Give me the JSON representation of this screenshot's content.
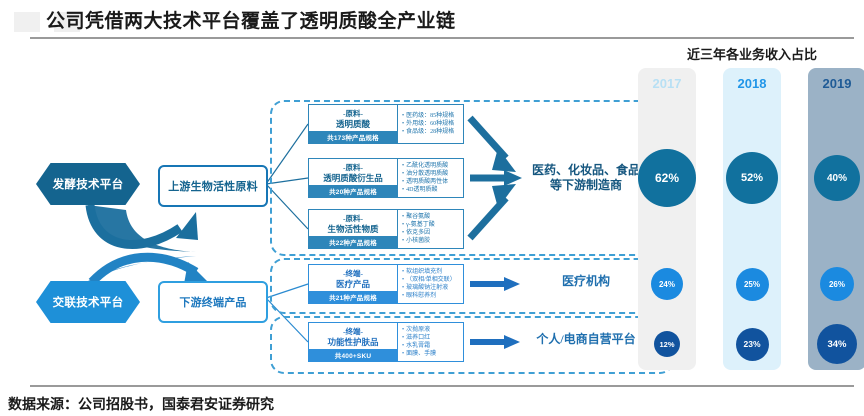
{
  "header": {
    "title": "公司凭借两大技术平台覆盖了透明质酸全产业链"
  },
  "footer": {
    "source": "数据来源：公司招股书，国泰君安证券研究"
  },
  "platforms": [
    {
      "name": "fermentation-platform",
      "label": "发酵技术平台",
      "color": "#14648f"
    },
    {
      "name": "crosslink-platform",
      "label": "交联技术平台",
      "color": "#1e90d8"
    }
  ],
  "nodes": [
    {
      "name": "upstream-node",
      "label": "上游生物活性原料",
      "color": "#15648f"
    },
    {
      "name": "downstream-node",
      "label": "下游终端产品",
      "color": "#1f79bf"
    }
  ],
  "products": [
    {
      "id": "hyaluronic-acid-raw",
      "kind": "-原料-",
      "title": "透明质酸",
      "count": "共173种产品规格",
      "bullets": [
        "医药级：85种规格",
        "外用级：60种规格",
        "食品级：28种规格"
      ]
    },
    {
      "id": "hyaluronic-acid-derivative",
      "kind": "-原料-",
      "title": "透明质酸衍生品",
      "count": "共20种产品规格",
      "bullets": [
        "乙酰化透明质酸",
        "油分散透明质酸",
        "透明质酸两性体",
        "4D透明质酸"
      ]
    },
    {
      "id": "bioactive-substance",
      "kind": "-原料-",
      "title": "生物活性物质",
      "count": "共22种产品规格",
      "bullets": [
        "聚谷氨酸",
        "γ-氨基丁酸",
        "依克多因",
        "小核菌胶"
      ]
    },
    {
      "id": "medical-product",
      "kind": "-终端-",
      "title": "医疗产品",
      "count": "共21种产品规格",
      "bullets": [
        "软组织填充剂",
        "（双相/单相交联）",
        "玻璃酸钠注射液",
        "眼科慰养剂"
      ]
    },
    {
      "id": "functional-skincare",
      "kind": "-终端-",
      "title": "功能性护肤品",
      "count": "共400+SKU",
      "bullets": [
        "次抛原液",
        "滋养口红",
        "水乳膏霜",
        "面膜、手膜"
      ]
    }
  ],
  "destinations": [
    {
      "id": "downstream-manufacturers",
      "line1": "医药、化妆品、食品",
      "line2": "等下游制造商"
    },
    {
      "id": "medical-institutions",
      "line1": "医疗机构",
      "line2": ""
    },
    {
      "id": "individual-ecommerce",
      "line1": "个人/电商自营平台",
      "line2": ""
    }
  ],
  "revenue_panel": {
    "title": "近三年各业务收入占比",
    "years": [
      {
        "label": "2017",
        "column_color": "#f0f0f0",
        "label_color": "#b8e0f4"
      },
      {
        "label": "2018",
        "column_color": "#ddf1fb",
        "label_color": "#2196e8"
      },
      {
        "label": "2019",
        "column_color": "#9bb2c6",
        "label_color": "#1f5b96"
      }
    ],
    "rows": [
      {
        "row_id": "raw-material-share",
        "bubble_color": "#11719e",
        "values": [
          "62%",
          "52%",
          "40%"
        ],
        "sizes": [
          58,
          52,
          46
        ],
        "font_sizes": [
          12,
          11,
          10
        ]
      },
      {
        "row_id": "medical-share",
        "bubble_color": "#1b8ae0",
        "values": [
          "24%",
          "25%",
          "26%"
        ],
        "sizes": [
          32,
          33,
          34
        ],
        "font_sizes": [
          8,
          8,
          8
        ]
      },
      {
        "row_id": "skincare-share",
        "bubble_color": "#11539e",
        "values": [
          "12%",
          "23%",
          "34%"
        ],
        "sizes": [
          26,
          33,
          40
        ],
        "font_sizes": [
          7.5,
          8.5,
          9.5
        ]
      }
    ]
  },
  "chart_data": {
    "type": "bar",
    "title": "近三年各业务收入占比",
    "categories": [
      "2017",
      "2018",
      "2019"
    ],
    "series": [
      {
        "name": "原料（医药、化妆品、食品等下游制造商）",
        "values": [
          62,
          52,
          40
        ]
      },
      {
        "name": "医疗产品（医疗机构）",
        "values": [
          24,
          25,
          26
        ]
      },
      {
        "name": "功能性护肤品（个人/电商自营平台）",
        "values": [
          12,
          23,
          34
        ]
      }
    ],
    "unit": "%",
    "xlabel": "",
    "ylabel": "收入占比",
    "ylim": [
      0,
      100
    ],
    "grid": false,
    "legend": "none"
  }
}
